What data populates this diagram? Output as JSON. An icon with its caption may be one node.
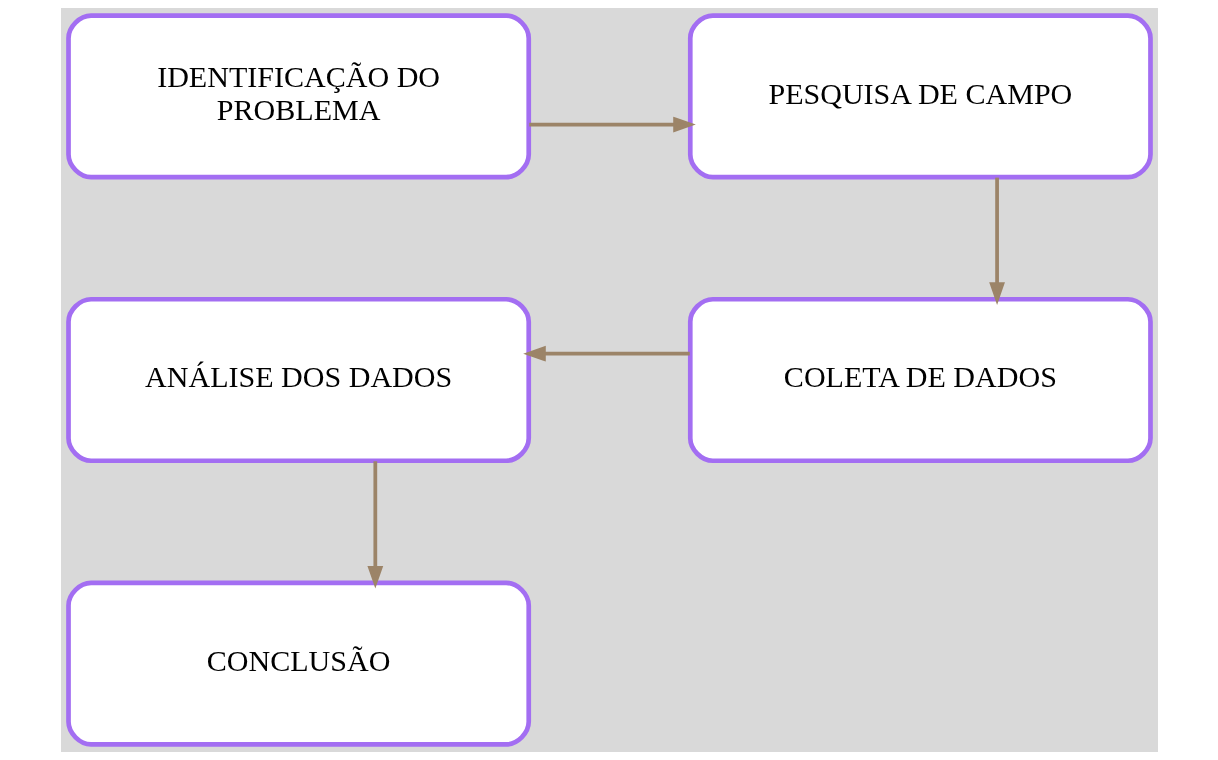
{
  "diagram": {
    "nodes": [
      {
        "text": [
          "IDENTIFICAÇÃO DO PROBLEMA"
        ]
      },
      {
        "text": [
          "PESQUISA DE CAMPO"
        ]
      },
      {
        "text": [
          "COLETA DE DADOS"
        ]
      },
      {
        "text": [
          "ANÁLISE DOS DADOS"
        ]
      },
      {
        "text": [
          "CONCLUSÃO"
        ]
      }
    ],
    "edges": [
      {
        "from": 0,
        "to": 1,
        "arrow": "to"
      },
      {
        "from": 1,
        "to": 2,
        "arrow": "to"
      },
      {
        "from": 2,
        "to": 3,
        "arrow": "to"
      },
      {
        "from": 3,
        "to": 4,
        "arrow": "to"
      }
    ]
  }
}
